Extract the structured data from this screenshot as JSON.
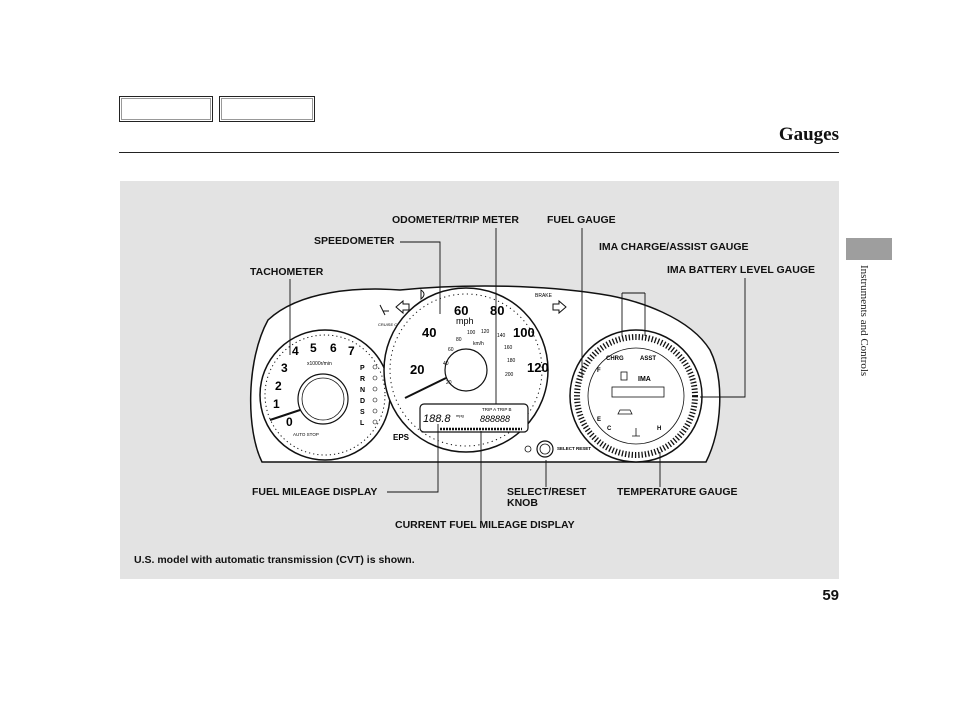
{
  "header": {
    "title": "Gauges",
    "nav_prev_label": "",
    "nav_next_label": ""
  },
  "side_tab": {
    "label": "Instruments and Controls"
  },
  "figure": {
    "callouts": {
      "odometer": "ODOMETER/TRIP METER",
      "fuel_gauge": "FUEL GAUGE",
      "speedometer": "SPEEDOMETER",
      "ima_charge": "IMA CHARGE/ASSIST GAUGE",
      "tachometer": "TACHOMETER",
      "ima_battery": "IMA BATTERY LEVEL GAUGE",
      "fuel_mileage": "FUEL MILEAGE DISPLAY",
      "select_reset_1": "SELECT/RESET",
      "select_reset_2": "KNOB",
      "temperature": "TEMPERATURE GAUGE",
      "current_mileage": "CURRENT FUEL MILEAGE DISPLAY"
    },
    "caption": "U.S. model with automatic transmission (CVT) is shown."
  },
  "cluster": {
    "tach_numbers": [
      "0",
      "1",
      "2",
      "3",
      "4",
      "5",
      "6",
      "7"
    ],
    "tach_unit": "x1000r/min",
    "gear_letters": [
      "P",
      "R",
      "N",
      "D",
      "S",
      "L"
    ],
    "speed_numbers": [
      "20",
      "40",
      "60",
      "80",
      "100",
      "120"
    ],
    "speed_unit": "mph",
    "kmh_unit": "km/h",
    "kmh_numbers": [
      "20",
      "40",
      "60",
      "80",
      "100",
      "120",
      "140",
      "160",
      "180",
      "200"
    ],
    "brake": "BRAKE",
    "eps": "EPS",
    "auto_stop": "AUTO STOP",
    "cruise": "CRUISE CONTROL",
    "trip": "TRIP A TRIP B",
    "odo_digits": "888888",
    "mpg_digits": "188.8",
    "mpg_unit": "mpg",
    "select_reset": "SELECT RESET",
    "chrg": "CHRG",
    "asst": "ASST",
    "ima": "IMA",
    "fuel_f": "F",
    "fuel_e": "E",
    "temp_c": "C",
    "temp_h": "H"
  },
  "page_number": "59"
}
